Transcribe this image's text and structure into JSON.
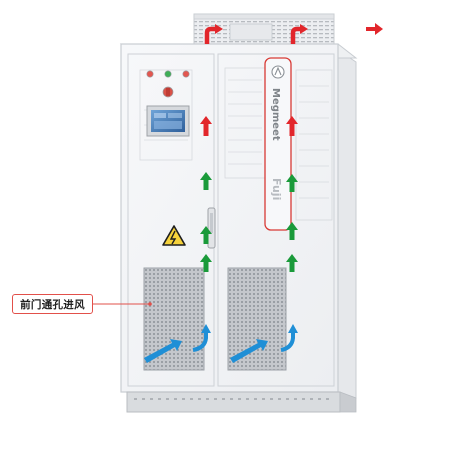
{
  "callout": {
    "label": "前门通孔进风"
  },
  "brand": {
    "logo_text": "Megmeet",
    "model_text": "Fuji"
  },
  "colors": {
    "hot_air": "#e2262b",
    "cool_air": "#1f8fd6",
    "airflow_up": "#1a9a3a",
    "callout_border": "#e2504a",
    "cabinet_edge": "#cfd3d8",
    "panel_fill": "#f4f5f7",
    "grille": "#a7abb1"
  },
  "icons": {
    "warning": "high-voltage-warning-icon",
    "indicator_lights": [
      "red",
      "green",
      "red"
    ]
  }
}
